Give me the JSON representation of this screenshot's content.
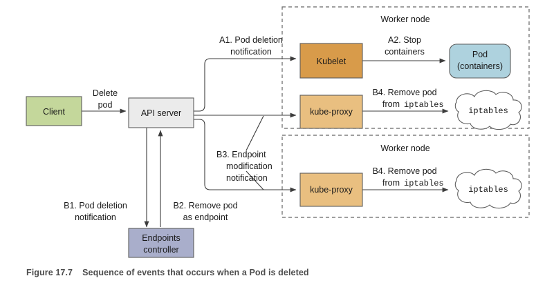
{
  "figure": {
    "number": "Figure 17.7",
    "title": "Sequence of events that occurs when a Pod is deleted"
  },
  "colors": {
    "client": "#c4d79b",
    "api_server": "#ebebeb",
    "kubelet": "#d89b4a",
    "kube_proxy": "#e9bf80",
    "pod": "#aed2de",
    "endpoints_controller": "#a9aecb",
    "iptables_cloud": "#ffffff",
    "stroke": "#5d5d5d",
    "edge": "#3c3c3c",
    "group_frame": "#666666",
    "caption_text": "#4d4d4d"
  },
  "nodes": {
    "client": {
      "label": "Client"
    },
    "api_server": {
      "label": "API server"
    },
    "kubelet": {
      "label": "Kubelet"
    },
    "pod": {
      "label_line1": "Pod",
      "label_line2": "(containers)"
    },
    "kube_proxy_1": {
      "label": "kube-proxy"
    },
    "kube_proxy_2": {
      "label": "kube-proxy"
    },
    "iptables_1": {
      "label": "iptables"
    },
    "iptables_2": {
      "label": "iptables"
    },
    "endpoints_controller": {
      "label_line1": "Endpoints",
      "label_line2": "controller"
    }
  },
  "groups": {
    "worker_node_1": {
      "label": "Worker node"
    },
    "worker_node_2": {
      "label": "Worker node"
    }
  },
  "edges": {
    "delete_pod": {
      "line1": "Delete",
      "line2": "pod"
    },
    "a1": {
      "line1": "A1. Pod deletion",
      "line2": "notification"
    },
    "a2": {
      "line1": "A2. Stop",
      "line2": "containers"
    },
    "b1": {
      "line1": "B1. Pod deletion",
      "line2": "notification"
    },
    "b2": {
      "line1": "B2. Remove pod",
      "line2": "as endpoint"
    },
    "b3": {
      "line1": "B3. Endpoint",
      "line2": "modification",
      "line3": "notification"
    },
    "b4_top": {
      "line1": "B4. Remove pod",
      "line2_prefix": "from ",
      "line2_mono": "iptables"
    },
    "b4_bottom": {
      "line1": "B4. Remove pod",
      "line2_prefix": "from ",
      "line2_mono": "iptables"
    }
  }
}
